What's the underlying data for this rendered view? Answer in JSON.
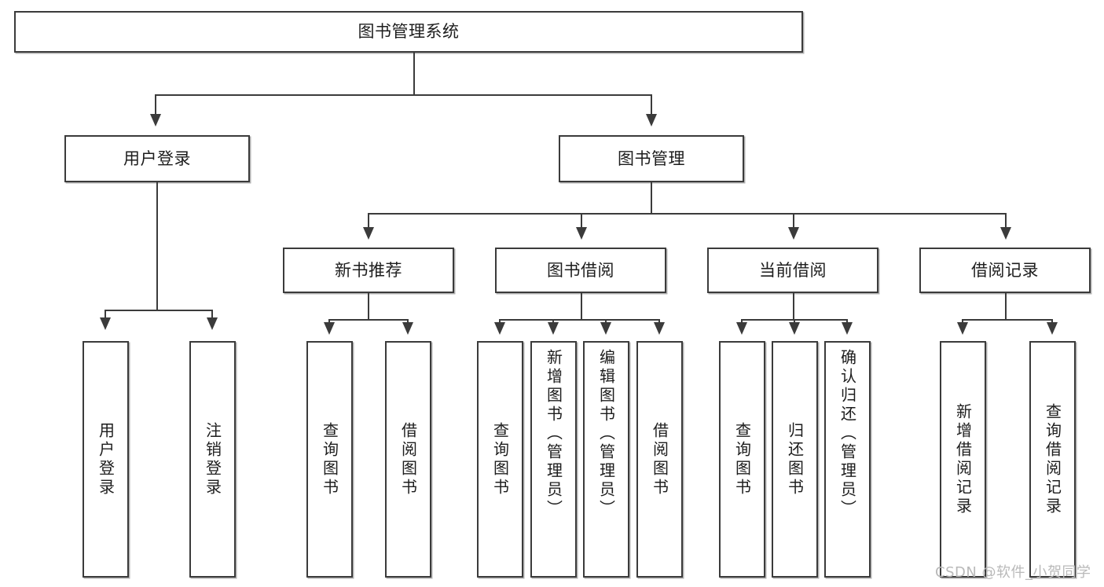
{
  "diagram": {
    "type": "tree-hierarchy-diagram",
    "title": "图书管理系统",
    "background_color": "#ffffff",
    "line_color": "#3b3b3b",
    "text_color": "#1d1d1d",
    "levels": 4,
    "root": {
      "label": "图书管理系统"
    },
    "level2": [
      {
        "label": "用户登录"
      },
      {
        "label": "图书管理"
      }
    ],
    "level3": [
      {
        "label": "新书推荐"
      },
      {
        "label": "图书借阅"
      },
      {
        "label": "当前借阅"
      },
      {
        "label": "借阅记录"
      }
    ],
    "leaves": {
      "user_login": [
        {
          "label": "用户登录"
        },
        {
          "label": "注销登录"
        }
      ],
      "new_book_recommend": [
        {
          "label": "查询图书"
        },
        {
          "label": "借阅图书"
        }
      ],
      "book_borrow": [
        {
          "label": "查询图书"
        },
        {
          "label": "新增图书（管理员）"
        },
        {
          "label": "编辑图书（管理员）"
        },
        {
          "label": "借阅图书"
        }
      ],
      "current_borrow": [
        {
          "label": "查询图书"
        },
        {
          "label": "归还图书"
        },
        {
          "label": "确认归还（管理员）"
        }
      ],
      "borrow_record": [
        {
          "label": "新增借阅记录"
        },
        {
          "label": "查询借阅记录"
        }
      ]
    }
  },
  "watermark": {
    "text": "CSDN @软件_小贺同学"
  }
}
